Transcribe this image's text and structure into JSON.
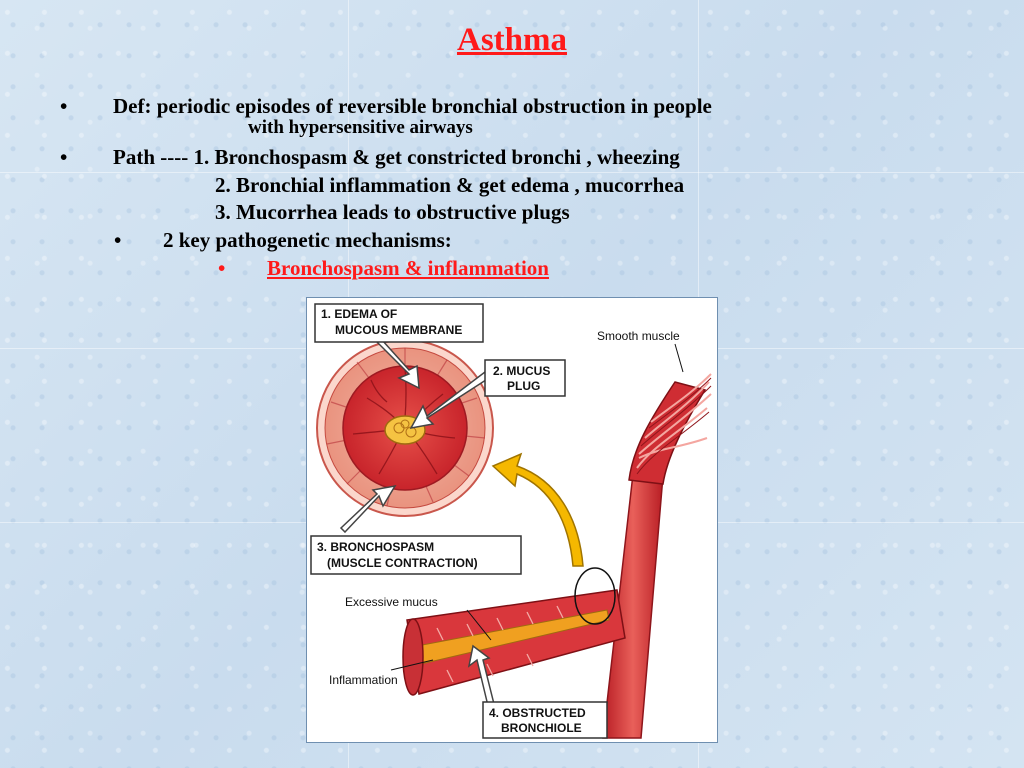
{
  "slide": {
    "title": "Asthma",
    "bullets": {
      "b1_line1": "Def: periodic episodes of reversible bronchial obstruction in people",
      "b1_line2": "with hypersensitive airways",
      "b2_line1": "Path  ---- 1. Bronchospasm  & get constricted bronchi , wheezing",
      "b2_line2": "2. Bronchial inflammation & get edema , mucorrhea",
      "b2_line3": "3. Mucorrhea leads to obstructive plugs",
      "b3": "2 key pathogenetic mechanisms:",
      "b4": "Bronchospasm  &  inflammation"
    },
    "bullet_glyph": "•"
  },
  "figure": {
    "label_edema_1": "1. EDEMA OF",
    "label_edema_2": "MUCOUS MEMBRANE",
    "label_mucus_1": "2. MUCUS",
    "label_mucus_2": "PLUG",
    "label_bronchospasm_1": "3. BRONCHOSPASM",
    "label_bronchospasm_2": "(MUSCLE CONTRACTION)",
    "label_obstructed_1": "4. OBSTRUCTED",
    "label_obstructed_2": "BRONCHIOLE",
    "label_smooth_muscle": "Smooth muscle",
    "label_excessive_mucus": "Excessive mucus",
    "label_inflammation": "Inflammation"
  },
  "colors": {
    "accent_red": "#ff1a1a",
    "tissue_red": "#d9343a",
    "mucus_orange": "#f0a020",
    "arrow_yellow": "#f5b800"
  }
}
